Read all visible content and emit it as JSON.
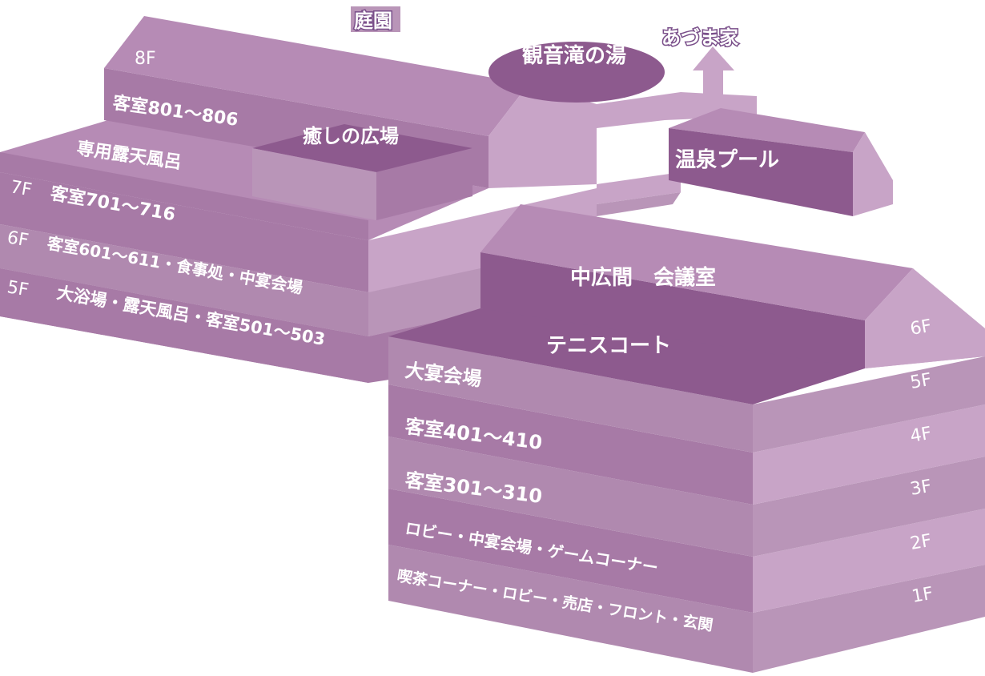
{
  "colors": {
    "light": "#c8a4c7",
    "mid": "#b68bb5",
    "base": "#a77aa6",
    "dark": "#8d5a8e",
    "shadow": "#9a6c9b"
  },
  "top_labels": {
    "garden": "庭園",
    "kannon_bath": "観音滝の湯",
    "azuma": "あづま家"
  },
  "west_building": {
    "f8_floor": "8F",
    "f8_rooms": "客室801～806",
    "private_bath": "専用露天風呂",
    "healing_plaza": "癒しの広場",
    "f7_floor": "7F",
    "f7_rooms": "客室701～716",
    "f6_floor": "6F",
    "f6_rooms": "客室601～611・食事処・中宴会場",
    "f5_floor": "5F",
    "f5_rooms": "大浴場・露天風呂・客室501～503"
  },
  "pool": {
    "label": "温泉プール"
  },
  "east_building": {
    "roof_rooms": "中広間　会議室",
    "tennis": "テニスコート",
    "f5_rooms": "大宴会場",
    "f4_rooms": "客室401～410",
    "f3_rooms": "客室301～310",
    "f2_rooms": "ロビー・中宴会場・ゲームコーナー",
    "f1_rooms": "喫茶コーナー・ロビー・売店・フロント・玄関",
    "floors": [
      "6F",
      "5F",
      "4F",
      "3F",
      "2F",
      "1F"
    ]
  }
}
